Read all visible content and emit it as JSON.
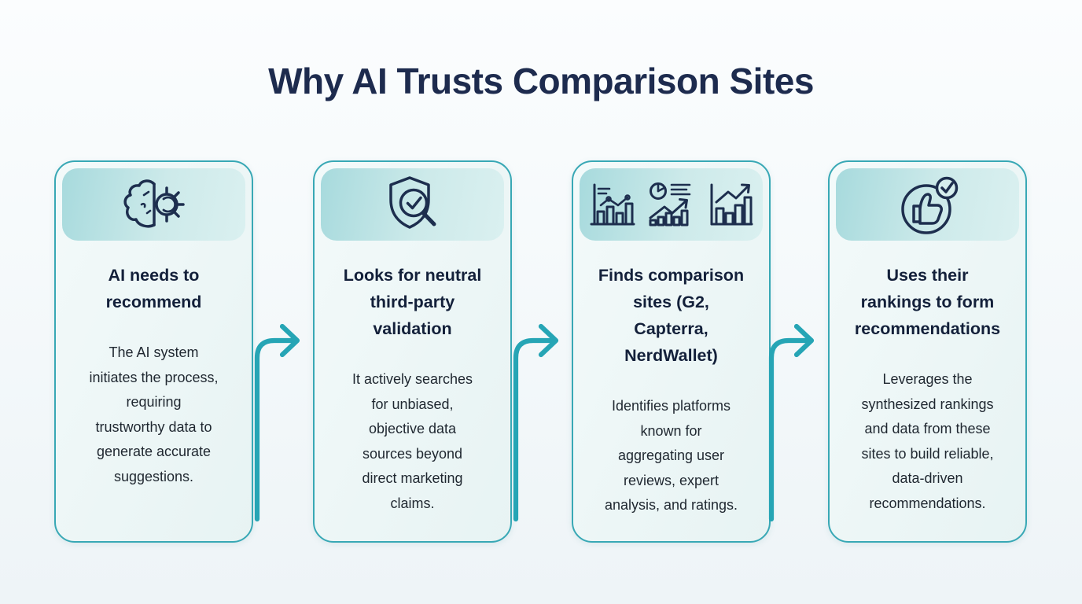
{
  "title": "Why AI Trusts Comparison Sites",
  "colors": {
    "accent_teal": "#2aa6b5",
    "card_border": "#38a8b5",
    "icon_stroke_navy": "#1d2e4e",
    "title_navy": "#1d2b4e",
    "icon_header_gradient": [
      "#a7dadd",
      "#daf0f0"
    ],
    "card_background": "#eaf5f5",
    "page_background": "#f5f9fb"
  },
  "steps": [
    {
      "icon": "brain-gear-icon",
      "heading": "AI needs to\nrecommend",
      "body": "The AI system\ninitiates the process,\nrequiring\ntrustworthy data to\ngenerate accurate\nsuggestions."
    },
    {
      "icon": "shield-magnifier-check-icon",
      "heading": "Looks for neutral\nthird-party\nvalidation",
      "body": "It actively searches\nfor unbiased,\nobjective data\nsources beyond\ndirect marketing\nclaims."
    },
    {
      "icon": "bar-line-chart-icon, pie-trend-chart-icon, growth-bar-chart-icon",
      "heading": "Finds comparison\nsites (G2,\nCapterra,\nNerdWallet)",
      "body": "Identifies platforms\nknown for\naggregating user\nreviews, expert\nanalysis, and ratings."
    },
    {
      "icon": "thumbs-up-check-icon",
      "heading": "Uses their\nrankings to form\nrecommendations",
      "body": "Leverages the\nsynthesized rankings\nand data from these\nsites to build reliable,\ndata-driven\nrecommendations."
    }
  ]
}
